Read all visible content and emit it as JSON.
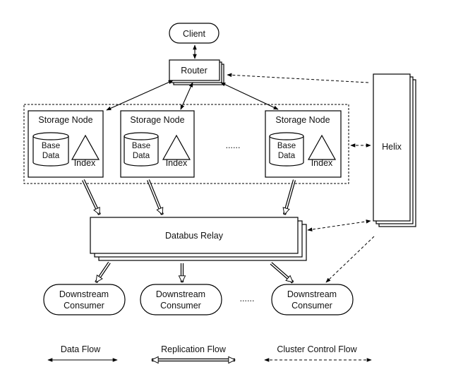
{
  "nodes": {
    "client": "Client",
    "router": "Router",
    "helix": "Helix",
    "storage_node": "Storage Node",
    "base_data_line1": "Base",
    "base_data_line2": "Data",
    "index": "Index",
    "ellipsis": "......",
    "databus_relay": "Databus Relay",
    "consumer_line1": "Downstream",
    "consumer_line2": "Consumer"
  },
  "legend": {
    "data_flow": "Data Flow",
    "replication_flow": "Replication Flow",
    "cluster_control_flow": "Cluster Control Flow"
  }
}
